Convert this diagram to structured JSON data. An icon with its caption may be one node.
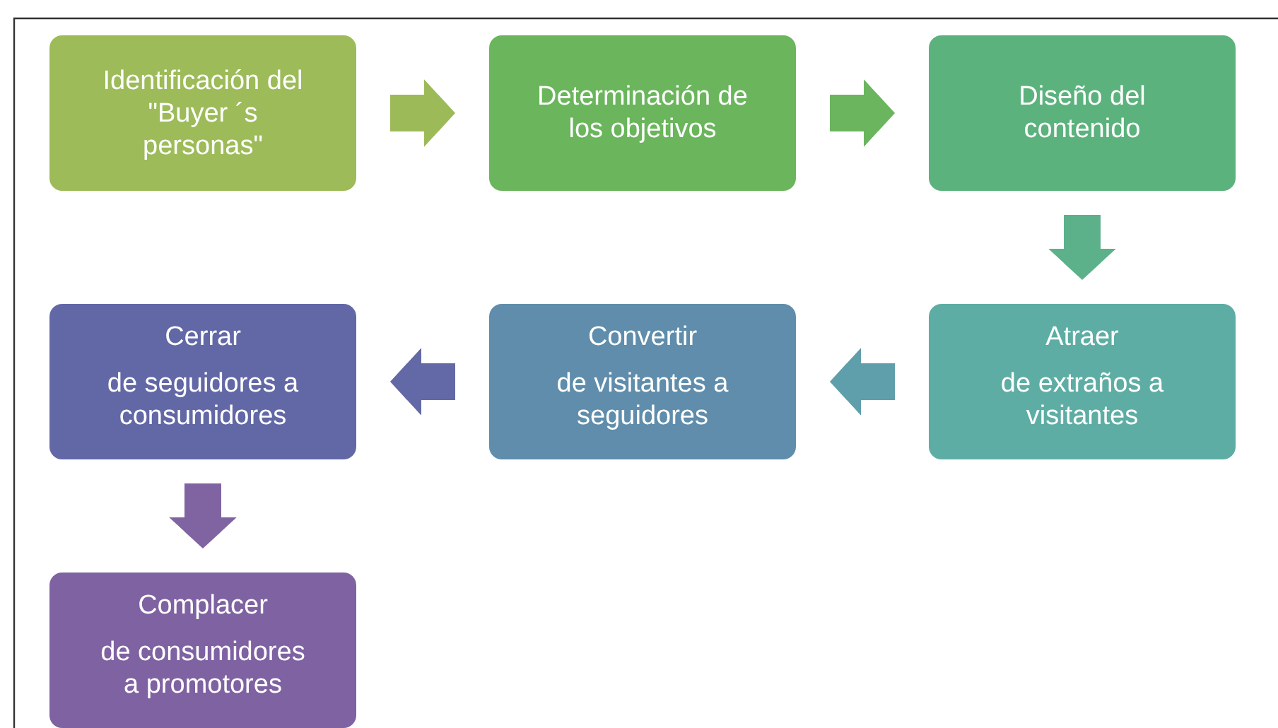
{
  "diagram": {
    "nodes": [
      {
        "text": [
          "Identificación del \"Buyer ´s personas\""
        ]
      },
      {
        "text": [
          "Determinación de los objetivos"
        ]
      },
      {
        "text": [
          "Diseño del contenido"
        ]
      },
      {
        "text": [
          "Cerrar",
          "de seguidores a consumidores"
        ]
      },
      {
        "text": [
          "Convertir",
          "de visitantes a seguidores"
        ]
      },
      {
        "text": [
          "Atraer",
          "de extraños a visitantes"
        ]
      },
      {
        "text": [
          "Complacer",
          "de consumidores a promotores"
        ]
      }
    ],
    "edges": [
      {
        "from": 0,
        "to": 1,
        "arrow": "to",
        "color": "#9dba59"
      },
      {
        "from": 1,
        "to": 2,
        "arrow": "to",
        "color": "#6ab55e"
      },
      {
        "from": 2,
        "to": 5,
        "arrow": "to",
        "color": "#5cb18a"
      },
      {
        "from": 5,
        "to": 4,
        "arrow": "to",
        "color": "#5f9eab"
      },
      {
        "from": 4,
        "to": 3,
        "arrow": "to",
        "color": "#6269a6"
      },
      {
        "from": 3,
        "to": 6,
        "arrow": "to",
        "color": "#8064a2"
      }
    ]
  }
}
